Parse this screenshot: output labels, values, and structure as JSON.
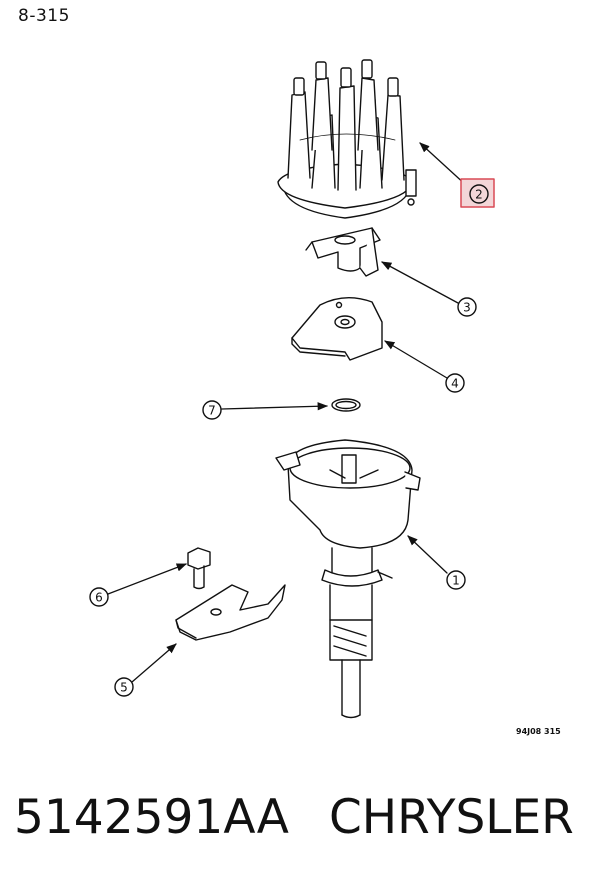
{
  "page": {
    "number": "8-315"
  },
  "figure": {
    "code": "94J08 315"
  },
  "footer": {
    "part_number": "5142591AA",
    "brand": "CHRYSLER"
  },
  "callouts": [
    {
      "id": "c1",
      "label": "1",
      "part": "distributor-housing"
    },
    {
      "id": "c2",
      "label": "2",
      "part": "distributor-cap",
      "highlighted": true,
      "highlight_color": "#d94a55"
    },
    {
      "id": "c3",
      "label": "3",
      "part": "rotor"
    },
    {
      "id": "c4",
      "label": "4",
      "part": "pickup-plate"
    },
    {
      "id": "c5",
      "label": "5",
      "part": "hold-down-clamp"
    },
    {
      "id": "c6",
      "label": "6",
      "part": "hold-down-bolt"
    },
    {
      "id": "c7",
      "label": "7",
      "part": "o-ring"
    }
  ]
}
